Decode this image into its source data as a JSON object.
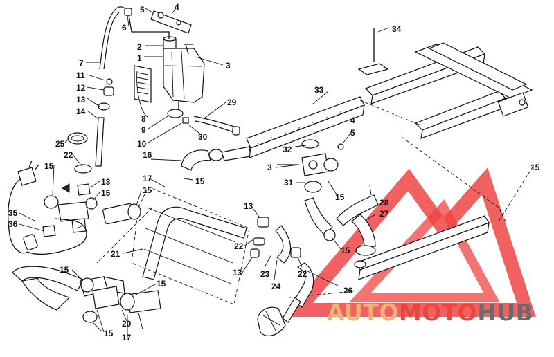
{
  "labels": [
    "1",
    "2",
    "3",
    "4",
    "5",
    "6",
    "7",
    "8",
    "9",
    "10",
    "11",
    "12",
    "13",
    "14",
    "15",
    "16",
    "17",
    "20",
    "21",
    "22",
    "23",
    "24",
    "25",
    "26",
    "27",
    "28",
    "29",
    "30",
    "31",
    "32",
    "33",
    "34",
    "35",
    "36"
  ],
  "watermark": {
    "part1": "AUTO",
    "part2": "MOTO",
    "part3": "HUB",
    "colors": {
      "auto": "#f0b27a",
      "moto": "#e8473f",
      "hub": "#6b6b6b",
      "triangle": "#ef3b3b"
    }
  }
}
